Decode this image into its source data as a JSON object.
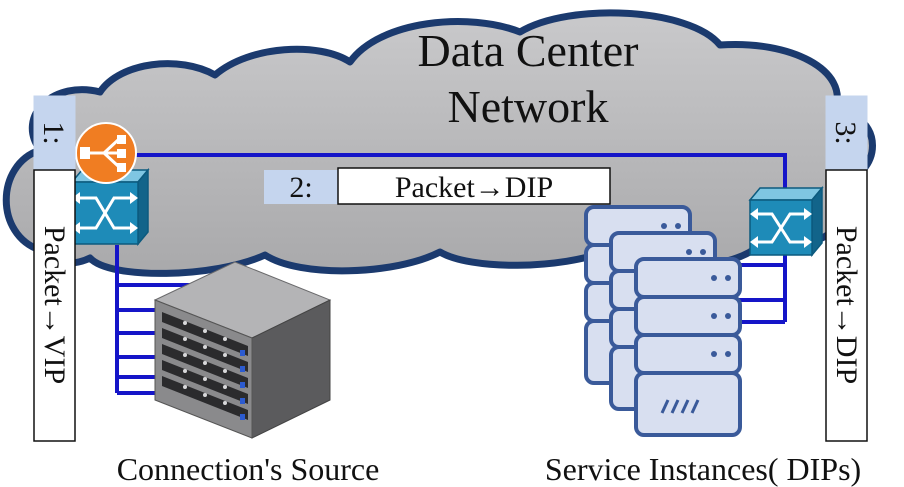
{
  "cloud": {
    "title_line1": "Data Center",
    "title_line2": "Network"
  },
  "steps": [
    {
      "number": "1:",
      "label": "Packet→VIP"
    },
    {
      "number": "2:",
      "label": "Packet→DIP"
    },
    {
      "number": "3:",
      "label": "Packet→DIP"
    }
  ],
  "captions": {
    "source": "Connection's Source",
    "instances": "Service Instances( DIPs)"
  },
  "colors": {
    "cloud_fill": "#b8b8ba",
    "cloud_outline": "#1b3a6e",
    "link": "#1515c8",
    "switch": "#1e8bb8",
    "load_balancer": "#f07d22",
    "server_rack": "#8a8a8c",
    "instance_server": "#d8dff0",
    "instance_outline": "#3a5a9a",
    "step_number_bg": "#c5d5ee"
  },
  "icons": {
    "load_balancer": "load-balancer-icon",
    "switch": "network-switch-icon",
    "rack": "server-rack-icon",
    "instances": "server-stack-icon"
  }
}
